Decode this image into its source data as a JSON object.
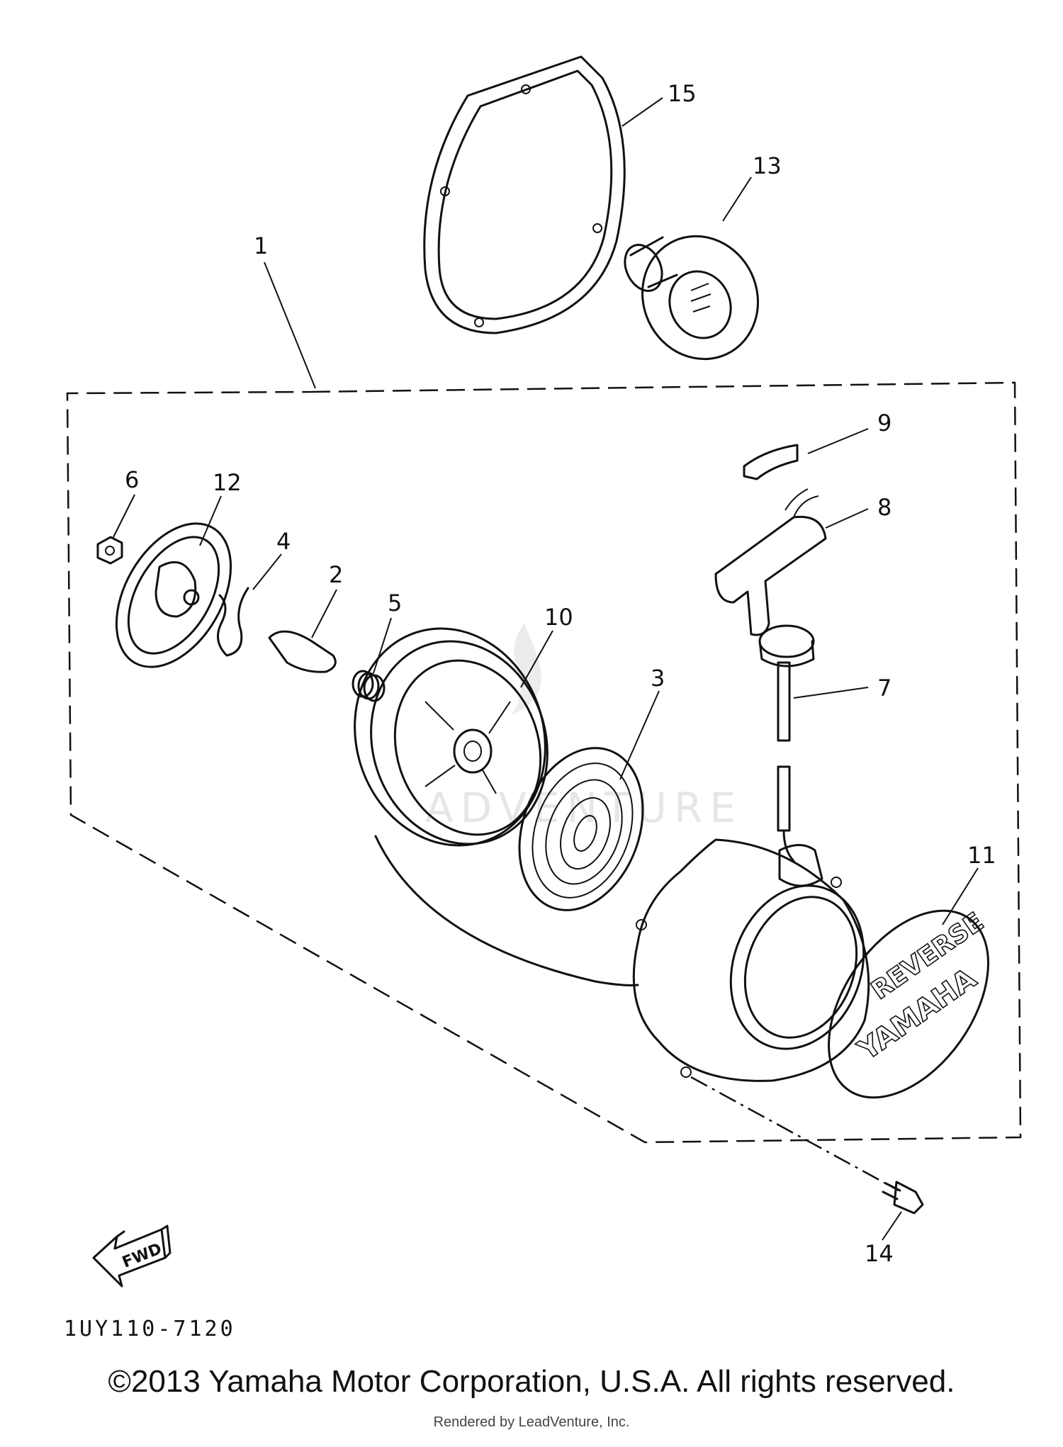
{
  "diagram": {
    "watermark": "ADVENTURE",
    "part_code": "1UY110-7120",
    "fwd_label": "FWD",
    "emblem_text_1": "REVERSE",
    "emblem_text_2": "YAMAHA",
    "callouts": [
      "1",
      "2",
      "3",
      "4",
      "5",
      "6",
      "7",
      "8",
      "9",
      "10",
      "11",
      "12",
      "13",
      "14",
      "15"
    ]
  },
  "footer": {
    "copyright": "©2013 Yamaha Motor Corporation, U.S.A. All rights reserved.",
    "rendered_by": "Rendered by LeadVenture, Inc."
  }
}
